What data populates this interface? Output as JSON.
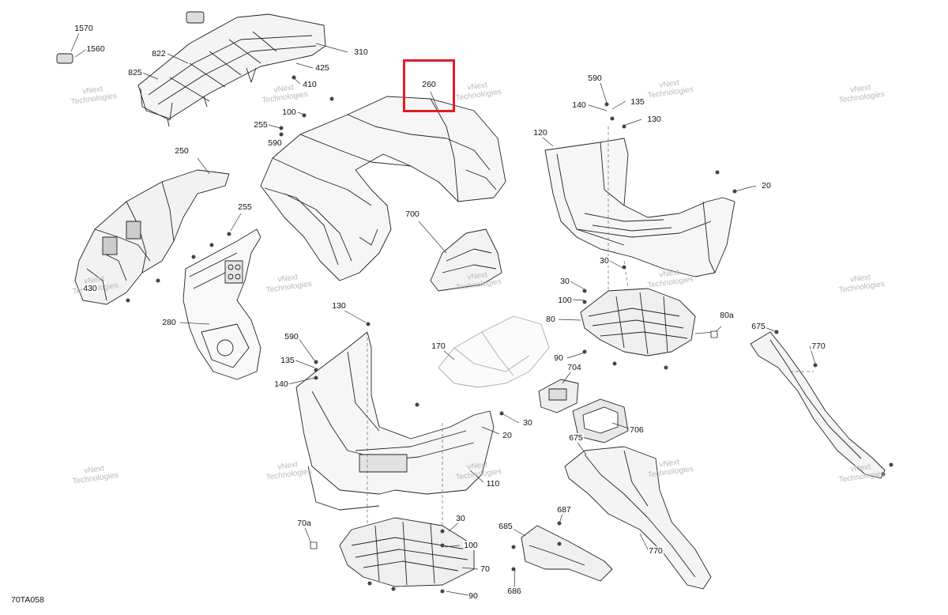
{
  "figure_code": "70TA058",
  "highlight_color": "#e31b23",
  "watermark": {
    "line1": "vNext",
    "line2": "Technologies"
  },
  "callouts": [
    {
      "id": "c1570",
      "text": "1570"
    },
    {
      "id": "c1560",
      "text": "1560"
    },
    {
      "id": "c822",
      "text": "822"
    },
    {
      "id": "c825",
      "text": "825"
    },
    {
      "id": "c310",
      "text": "310"
    },
    {
      "id": "c425",
      "text": "425"
    },
    {
      "id": "c410",
      "text": "410"
    },
    {
      "id": "c100a",
      "text": "100"
    },
    {
      "id": "c255a",
      "text": "255"
    },
    {
      "id": "c590a",
      "text": "590"
    },
    {
      "id": "c260",
      "text": "260"
    },
    {
      "id": "c250",
      "text": "250"
    },
    {
      "id": "c255b",
      "text": "255"
    },
    {
      "id": "c430",
      "text": "430"
    },
    {
      "id": "c280",
      "text": "280"
    },
    {
      "id": "c700",
      "text": "700"
    },
    {
      "id": "c590b",
      "text": "590"
    },
    {
      "id": "c140a",
      "text": "140"
    },
    {
      "id": "c135a",
      "text": "135"
    },
    {
      "id": "c130a",
      "text": "130"
    },
    {
      "id": "c120",
      "text": "120"
    },
    {
      "id": "c20a",
      "text": "20"
    },
    {
      "id": "c30a",
      "text": "30"
    },
    {
      "id": "c30b",
      "text": "30"
    },
    {
      "id": "c100b",
      "text": "100"
    },
    {
      "id": "c80",
      "text": "80"
    },
    {
      "id": "c80a",
      "text": "80a"
    },
    {
      "id": "c90a",
      "text": "90"
    },
    {
      "id": "c675a",
      "text": "675"
    },
    {
      "id": "c770a",
      "text": "770"
    },
    {
      "id": "c130b",
      "text": "130"
    },
    {
      "id": "c590c",
      "text": "590"
    },
    {
      "id": "c135b",
      "text": "135"
    },
    {
      "id": "c140b",
      "text": "140"
    },
    {
      "id": "c170",
      "text": "170"
    },
    {
      "id": "c704",
      "text": "704"
    },
    {
      "id": "c706",
      "text": "706"
    },
    {
      "id": "c30c",
      "text": "30"
    },
    {
      "id": "c20b",
      "text": "20"
    },
    {
      "id": "c110",
      "text": "110"
    },
    {
      "id": "c675b",
      "text": "675"
    },
    {
      "id": "c687",
      "text": "687"
    },
    {
      "id": "c685",
      "text": "685"
    },
    {
      "id": "c686",
      "text": "686"
    },
    {
      "id": "c770b",
      "text": "770"
    },
    {
      "id": "c70a",
      "text": "70a"
    },
    {
      "id": "c30d",
      "text": "30"
    },
    {
      "id": "c100c",
      "text": "100"
    },
    {
      "id": "c70",
      "text": "70"
    },
    {
      "id": "c90b",
      "text": "90"
    }
  ]
}
